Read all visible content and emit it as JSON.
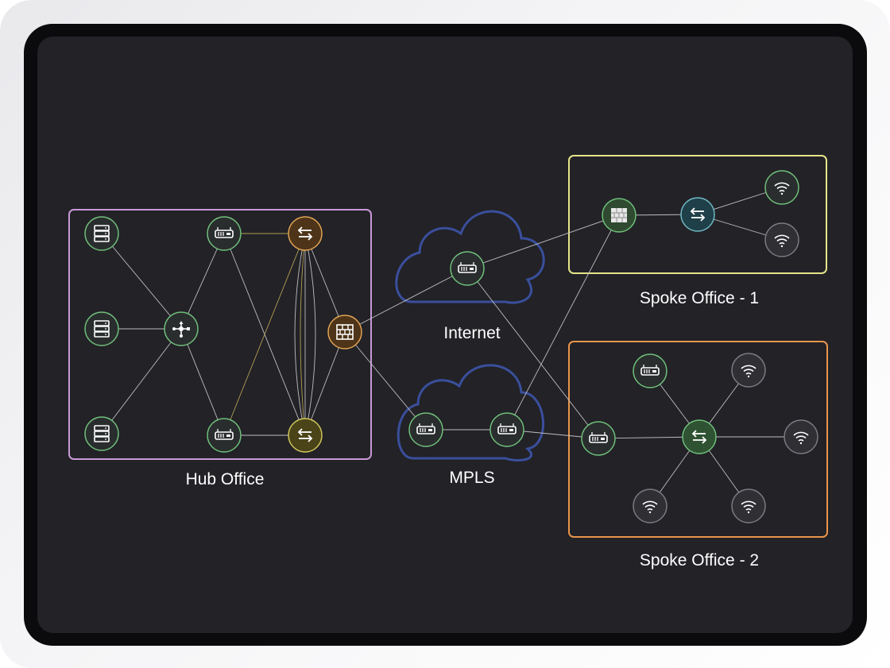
{
  "groups": {
    "hub": {
      "label": "Hub Office",
      "color": "#c89ad6"
    },
    "spoke1": {
      "label": "Spoke Office - 1",
      "color": "#e6e58a"
    },
    "spoke2": {
      "label": "Spoke Office - 2",
      "color": "#e8954b"
    }
  },
  "clouds": {
    "internet": {
      "label": "Internet",
      "color": "#3a4f9c"
    },
    "mpls": {
      "label": "MPLS",
      "color": "#3a4f9c"
    }
  },
  "colors": {
    "link": "#bdbdc2",
    "link_accent": "#c9b35a",
    "node_stroke": "#6fbf7a",
    "node_fill": "#2a2d2e",
    "wifi_stroke": "#7a7a80",
    "wifi_fill": "#2f2f34"
  },
  "icons": [
    "server-icon",
    "hub-icon",
    "router-icon",
    "switch-icon",
    "firewall-icon",
    "wifi-icon"
  ]
}
